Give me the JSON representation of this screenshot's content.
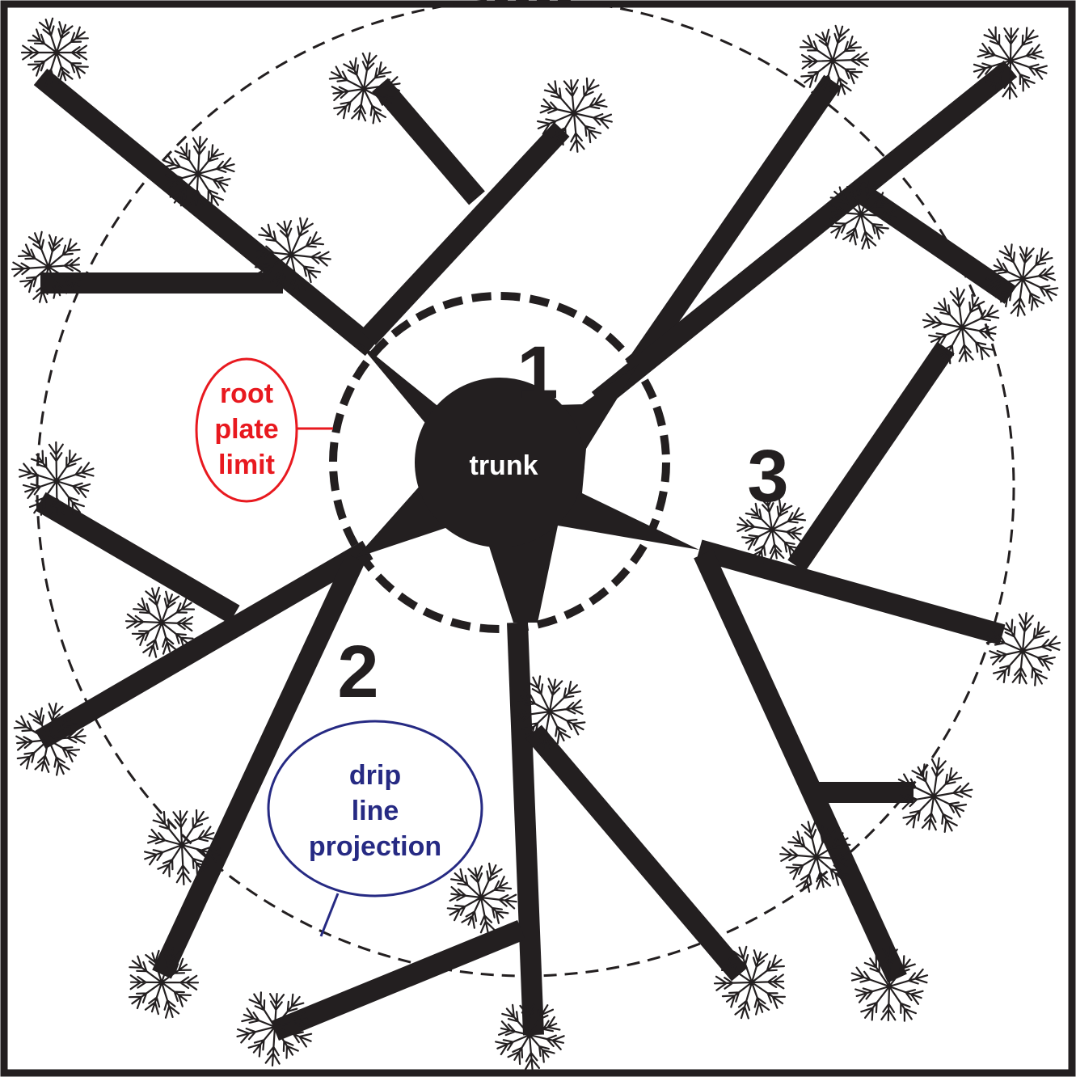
{
  "diagram": {
    "labels": {
      "trunk": "trunk",
      "zone_1": "1",
      "zone_2": "2",
      "zone_3": "3",
      "root_plate": [
        "root",
        "plate",
        "limit"
      ],
      "drip_line": [
        "drip",
        "line",
        "projection"
      ]
    },
    "colors": {
      "roots": "#231f20",
      "frame": "#231f20",
      "root_plate_callout": "#e8191f",
      "drip_line_callout": "#262a83",
      "background": "#ffffff"
    }
  }
}
